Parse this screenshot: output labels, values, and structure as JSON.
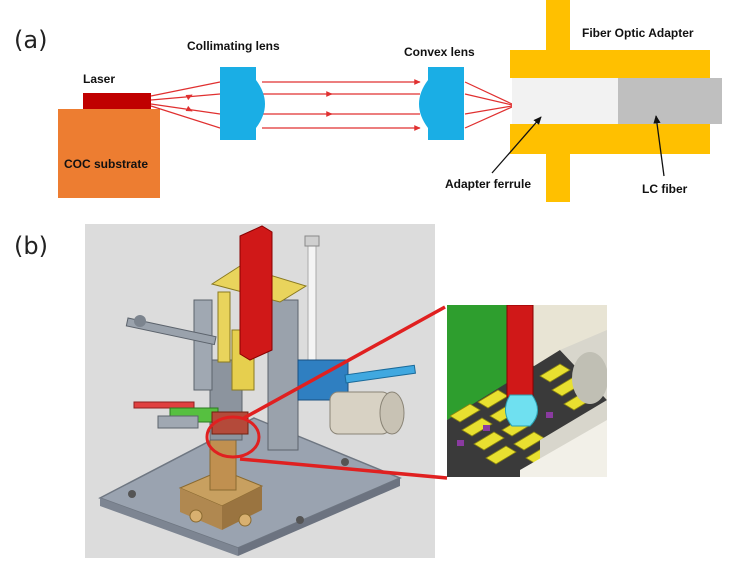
{
  "panel_a": {
    "label": "(a)",
    "laser": "Laser",
    "coc_substrate": "COC substrate",
    "collimating_lens": "Collimating lens",
    "convex_lens": "Convex lens",
    "fiber_optic_adapter": "Fiber Optic Adapter",
    "adapter_ferrule": "Adapter ferrule",
    "lc_fiber": "LC fiber"
  },
  "panel_b": {
    "label": "(b)"
  },
  "colors": {
    "laser": "#c00000",
    "substrate": "#ed7d31",
    "lens": "#1aaee5",
    "adapter": "#ffc000",
    "ferrule": "#f2f2f2",
    "fiber": "#bfbfbf",
    "beam": "#e03030",
    "callout": "#e02020"
  }
}
